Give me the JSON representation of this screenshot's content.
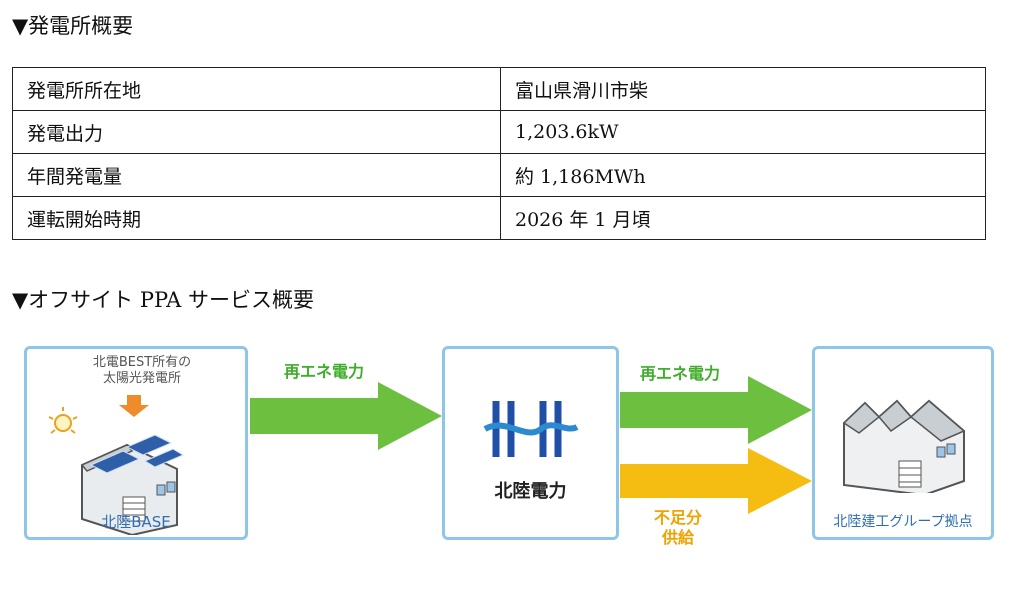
{
  "sections": {
    "overview_title": "▼発電所概要",
    "ppa_title": "▼オフサイト PPA サービス概要"
  },
  "table": {
    "rows": [
      {
        "label": "発電所所在地",
        "value": "富山県滑川市柴"
      },
      {
        "label": "発電出力",
        "value": "1,203.6kW"
      },
      {
        "label": "年間発電量",
        "value": "約 1,186MWh"
      },
      {
        "label": "運転開始時期",
        "value": "2026 年 1 月頃"
      }
    ]
  },
  "diagram": {
    "source_note_line1": "北電BEST所有の",
    "source_note_line2": "太陽光発電所",
    "source_label": "北陸BASE",
    "center_label": "北陸電力",
    "dest_label": "北陸建工グループ拠点",
    "arrow1_label": "再エネ電力",
    "arrow2_label": "再エネ電力",
    "arrow3_label_line1": "不足分",
    "arrow3_label_line2": "供給",
    "colors": {
      "box_border": "#8ec6e8",
      "green_arrow": "#6cbf3f",
      "yellow_arrow": "#f5bd12",
      "brand_blue": "#1f4fa6"
    }
  }
}
